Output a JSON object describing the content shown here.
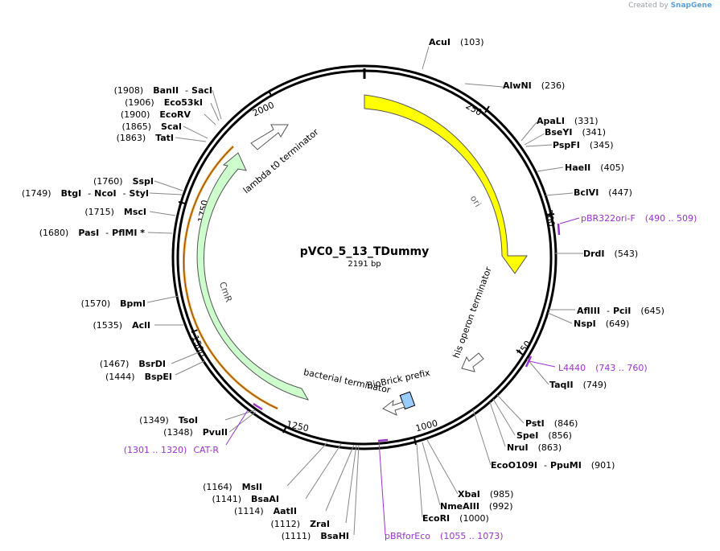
{
  "credit": {
    "prefix": "Created by",
    "brand": "SnapGene"
  },
  "plasmid": {
    "name": "pVC0_5_13_TDummy",
    "length_label": "2191 bp"
  },
  "colors": {
    "backbone": "#000000",
    "ori": "#ffff00",
    "cmr": "#ccffcc",
    "cat_r_halo": "#f0a030",
    "primer": "#9933cc",
    "terminator": "#ffffff",
    "biobrick": "#99ccff",
    "leader": "#888888"
  },
  "tick_labels": [
    {
      "id": "tick-250",
      "text": "250"
    },
    {
      "id": "tick-500",
      "text": "500"
    },
    {
      "id": "tick-750",
      "text": "750"
    },
    {
      "id": "tick-1000",
      "text": "1000"
    },
    {
      "id": "tick-1250",
      "text": "1250"
    },
    {
      "id": "tick-1500",
      "text": "1500"
    },
    {
      "id": "tick-1750",
      "text": "1750"
    },
    {
      "id": "tick-2000",
      "text": "2000"
    }
  ],
  "features": {
    "ori": "ori",
    "cmr": "CmR",
    "lambda_t0": "lambda t0 terminator",
    "his_operon": "his operon terminator",
    "biobrick_prefix": "BioBrick prefix",
    "bacterial_terminator": "bacterial terminator"
  },
  "sites": [
    {
      "name": "AcuI",
      "pos": "(103)"
    },
    {
      "name": "AlwNI",
      "pos": "(236)"
    },
    {
      "name": "ApaLI",
      "pos": "(331)"
    },
    {
      "name": "BseYI",
      "pos": "(341)"
    },
    {
      "name": "PspFI",
      "pos": "(345)"
    },
    {
      "name": "HaeII",
      "pos": "(405)"
    },
    {
      "name": "BclVI",
      "pos": "(447)"
    },
    {
      "name": "DrdI",
      "pos": "(543)"
    },
    {
      "name": "AflIII",
      "sep": "-",
      "name2": "PciI",
      "pos": "(645)"
    },
    {
      "name": "NspI",
      "pos": "(649)"
    },
    {
      "name": "TaqII",
      "pos": "(749)"
    },
    {
      "name": "PstI",
      "pos": "(846)"
    },
    {
      "name": "SpeI",
      "pos": "(856)"
    },
    {
      "name": "NruI",
      "pos": "(863)"
    },
    {
      "name": "EcoO109I",
      "sep": "-",
      "name2": "PpuMI",
      "pos": "(901)"
    },
    {
      "name": "XbaI",
      "pos": "(985)"
    },
    {
      "name": "NmeAIII",
      "pos": "(992)"
    },
    {
      "name": "EcoRI",
      "pos": "(1000)"
    },
    {
      "name": "BsaHI",
      "pos": "(1111)"
    },
    {
      "name": "ZraI",
      "pos": "(1112)"
    },
    {
      "name": "AatII",
      "pos": "(1114)"
    },
    {
      "name": "BsaAI",
      "pos": "(1141)"
    },
    {
      "name": "MslI",
      "pos": "(1164)"
    },
    {
      "name": "PvuII",
      "pos": "(1348)"
    },
    {
      "name": "TsoI",
      "pos": "(1349)"
    },
    {
      "name": "BspEI",
      "pos": "(1444)"
    },
    {
      "name": "BsrDI",
      "pos": "(1467)"
    },
    {
      "name": "AclI",
      "pos": "(1535)"
    },
    {
      "name": "BpmI",
      "pos": "(1570)"
    },
    {
      "name": "PasI",
      "sep": "-",
      "name2": "PflMI *",
      "pos": "(1680)"
    },
    {
      "name": "MscI",
      "pos": "(1715)"
    },
    {
      "name": "BtgI",
      "sep": "-",
      "name2": "NcoI",
      "sep2": "-",
      "name3": "StyI",
      "pos": "(1749)"
    },
    {
      "name": "SspI",
      "pos": "(1760)"
    },
    {
      "name": "TatI",
      "pos": "(1863)"
    },
    {
      "name": "ScaI",
      "pos": "(1865)"
    },
    {
      "name": "EcoRV",
      "pos": "(1900)"
    },
    {
      "name": "Eco53kI",
      "pos": "(1906)"
    },
    {
      "name": "BanII",
      "sep": "-",
      "name2": "SacI",
      "pos": "(1908)"
    }
  ],
  "primers": [
    {
      "name": "pBR322ori-F",
      "range": "(490 .. 509)"
    },
    {
      "name": "L4440",
      "range": "(743 .. 760)"
    },
    {
      "name": "pBRforEco",
      "range": "(1055 .. 1073)"
    },
    {
      "name": "CAT-R",
      "range": "(1301 .. 1320)"
    }
  ]
}
